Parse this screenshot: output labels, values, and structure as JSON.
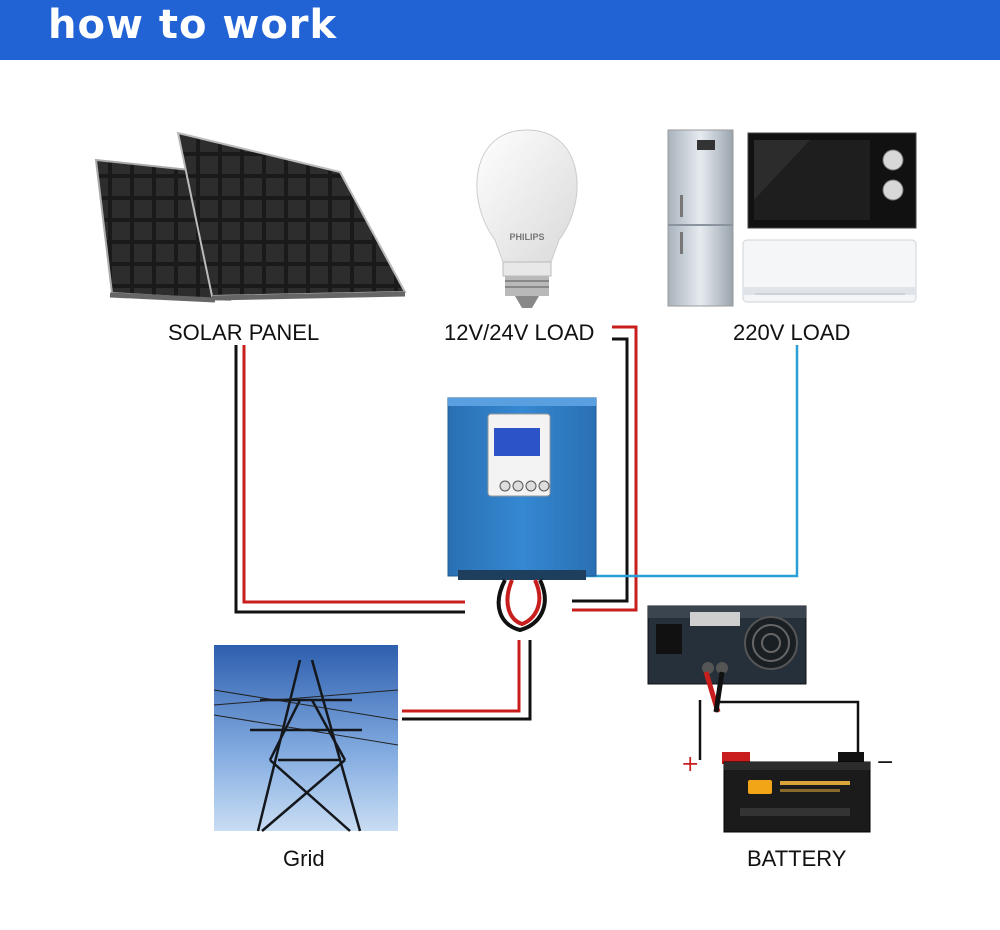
{
  "header": {
    "title": "how to work"
  },
  "labels": {
    "solar_panel": "SOLAR PANEL",
    "low_voltage_load": "12V/24V LOAD",
    "ac_load": "220V LOAD",
    "grid": "Grid",
    "battery": "BATTERY",
    "battery_plus": "+",
    "battery_minus": "−"
  },
  "product_marks": {
    "bulb_brand": "PHILIPS"
  },
  "colors": {
    "banner": "#2163d4",
    "positive_wire": "#c81e1e",
    "negative_wire": "#111111",
    "ac_wire": "#2a9fd6",
    "device_body": "#2f7fc4"
  }
}
